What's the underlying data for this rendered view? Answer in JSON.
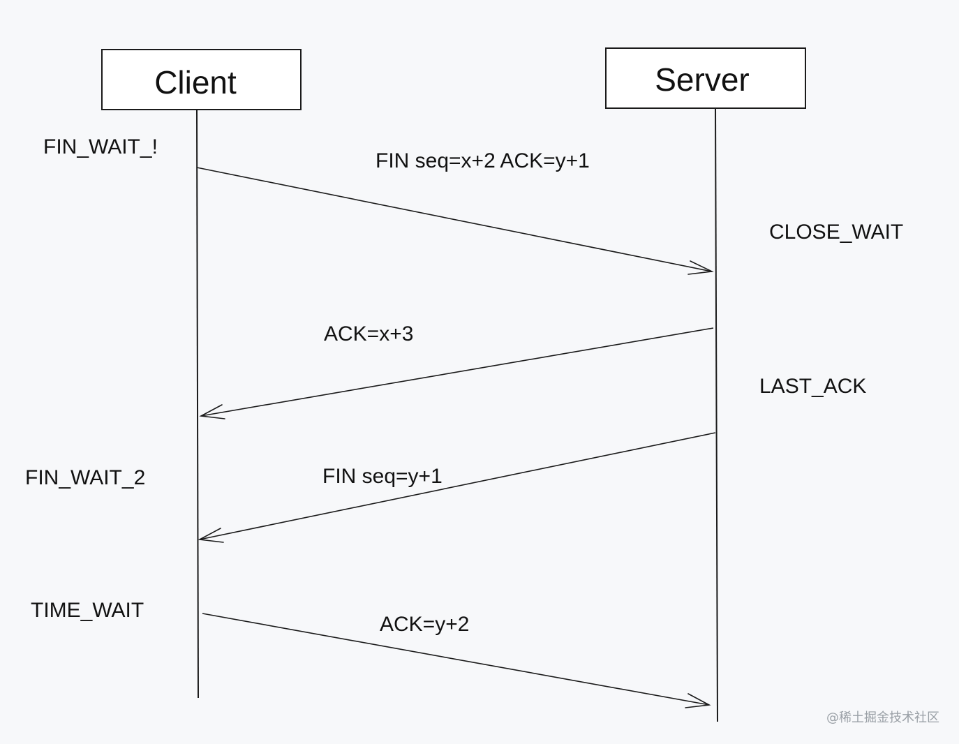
{
  "actors": {
    "client": "Client",
    "server": "Server"
  },
  "states": {
    "fin_wait_1": "FIN_WAIT_!",
    "close_wait": "CLOSE_WAIT",
    "last_ack": "LAST_ACK",
    "fin_wait_2": "FIN_WAIT_2",
    "time_wait": "TIME_WAIT"
  },
  "messages": [
    {
      "label": "FIN seq=x+2 ACK=y+1",
      "from": "client",
      "to": "server"
    },
    {
      "label": "ACK=x+3",
      "from": "server",
      "to": "client"
    },
    {
      "label": "FIN seq=y+1",
      "from": "server",
      "to": "client"
    },
    {
      "label": "ACK=y+2",
      "from": "client",
      "to": "server"
    }
  ],
  "watermark": "@稀土掘金技术社区"
}
